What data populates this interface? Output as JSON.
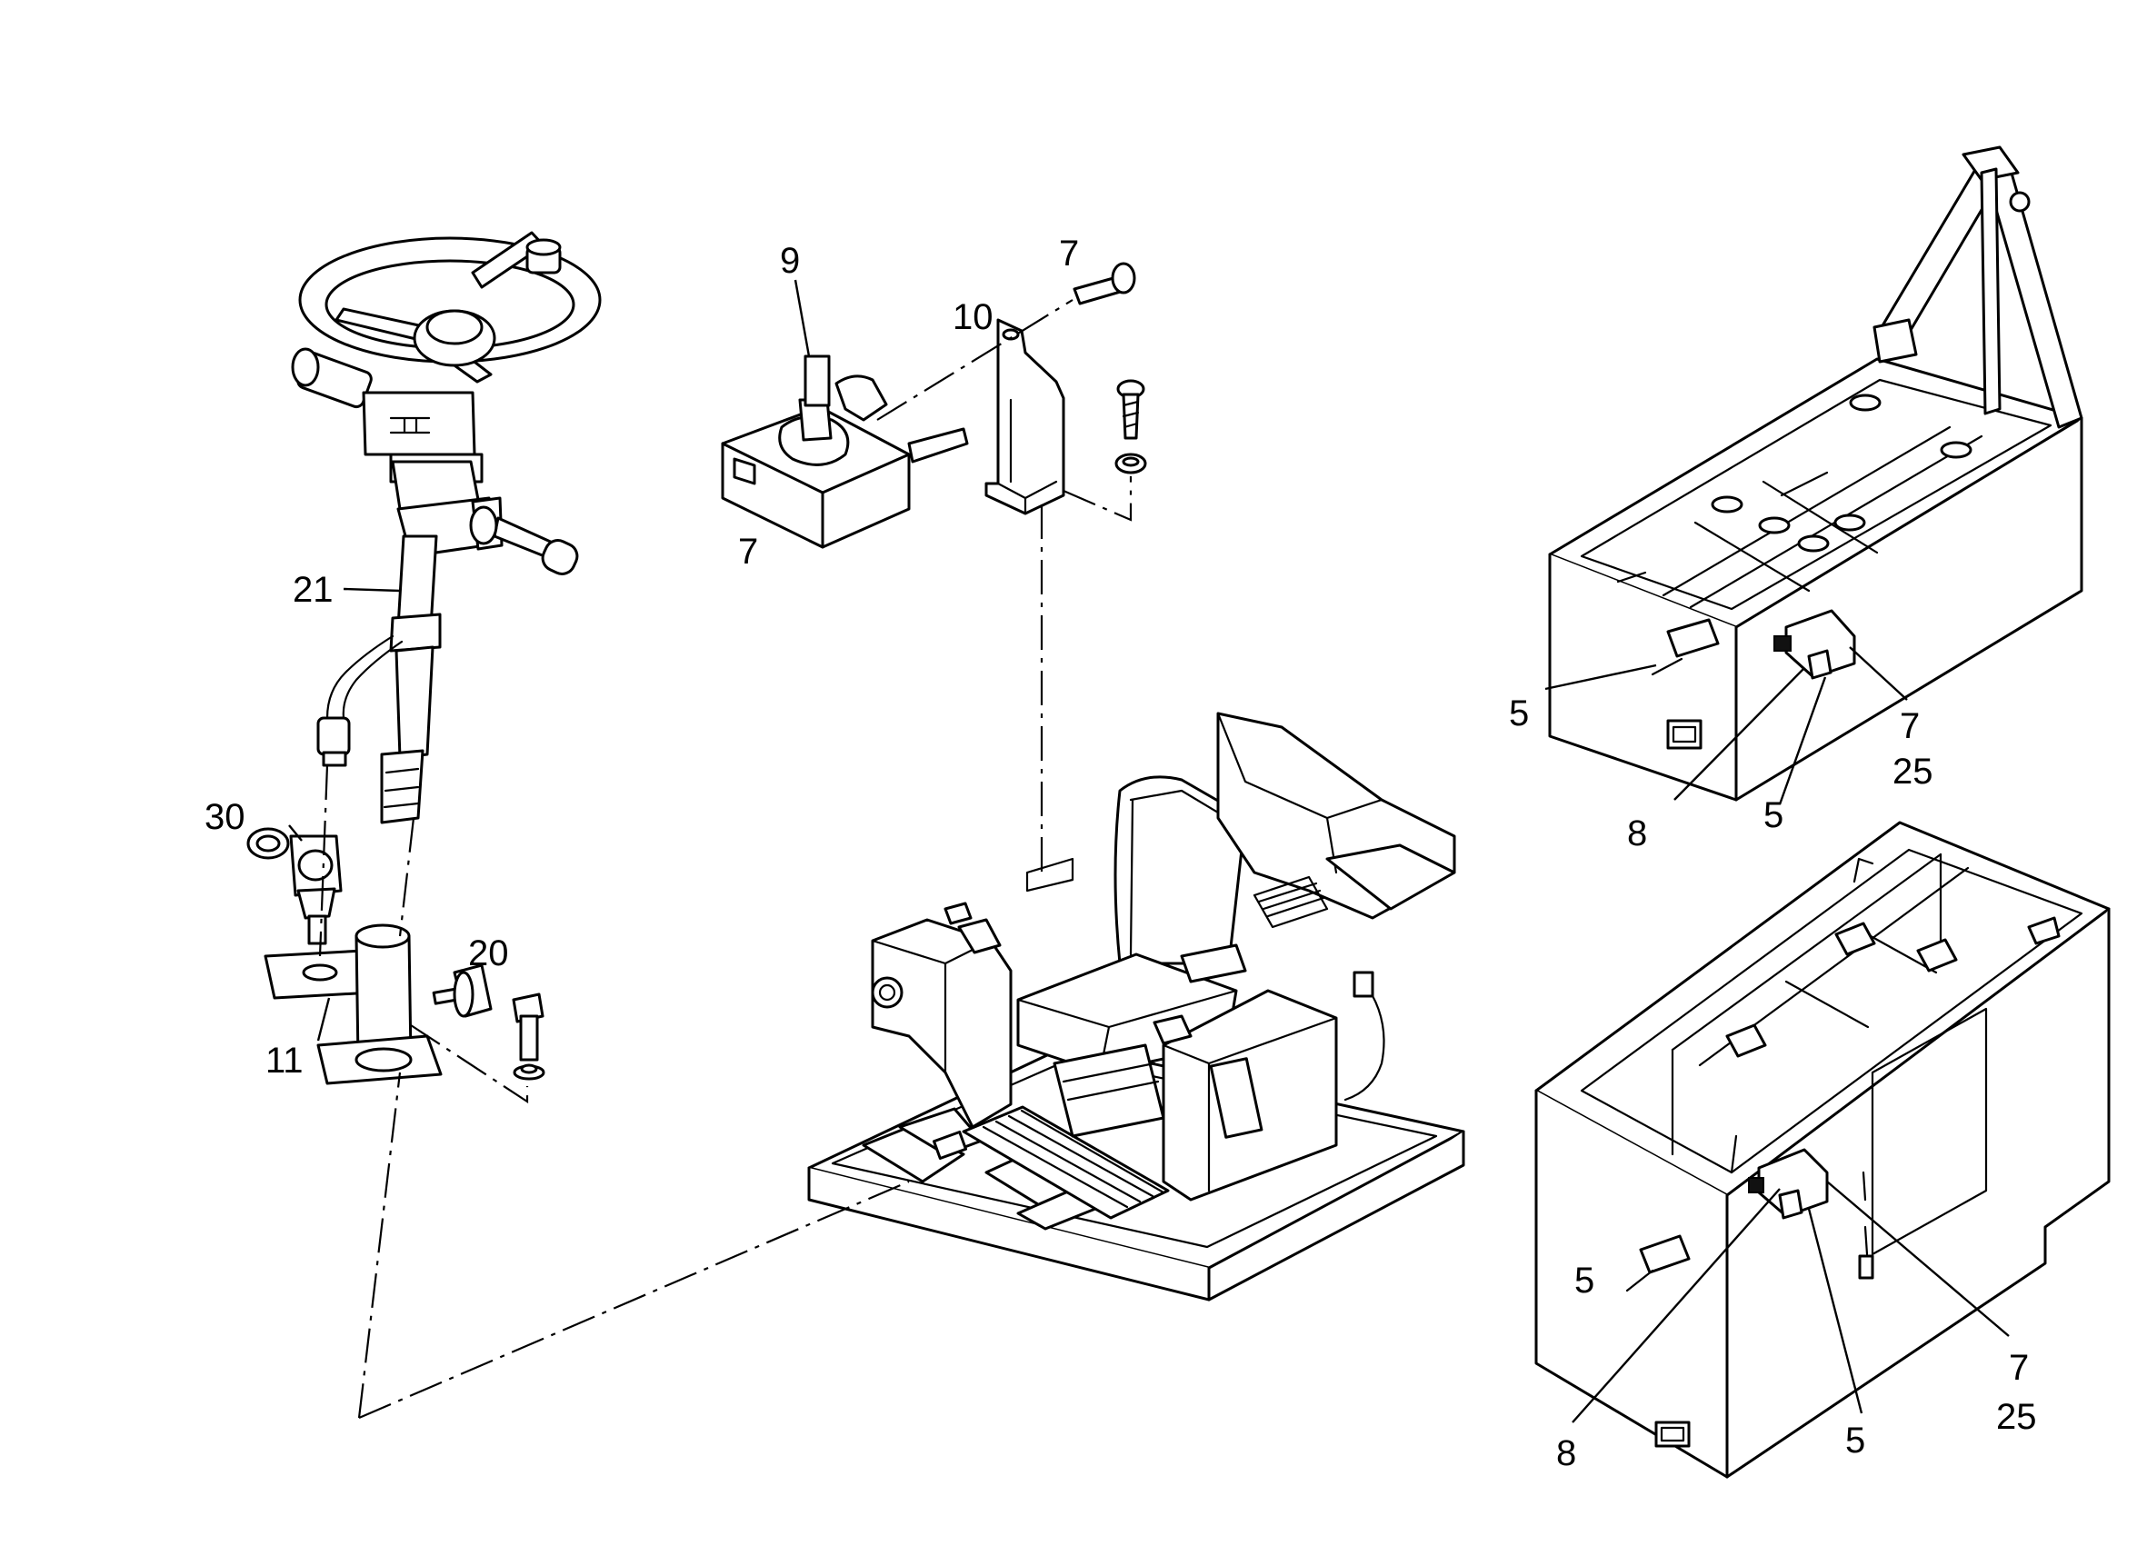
{
  "callouts": {
    "steering_column": "21",
    "ignition_switch": "30",
    "mounting_plate": "11",
    "knob_bolt": "20",
    "joystick_lever": "9",
    "joystick_screw": "7",
    "bracket": "10",
    "joystick_unit": "7",
    "upper_tank_switch_left": "5",
    "upper_tank_connector": "7",
    "upper_tank_connector_sub": "25",
    "upper_tank_relay": "8",
    "upper_tank_switch_lower": "5",
    "lower_box_switch_left": "5",
    "lower_box_relay": "8",
    "lower_box_switch_lower": "5",
    "lower_box_connector": "7",
    "lower_box_connector_sub": "25"
  },
  "colors": {
    "line": "#000000",
    "background": "#ffffff"
  }
}
